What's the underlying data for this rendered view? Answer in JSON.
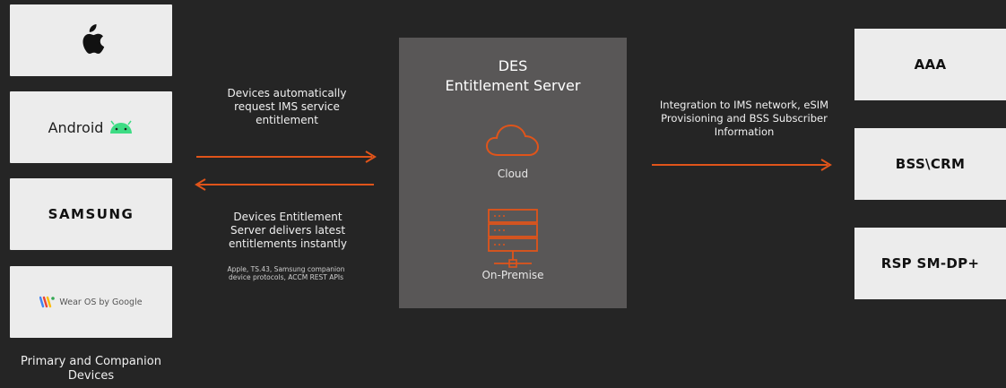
{
  "devices": {
    "android_label": "Android",
    "samsung_label": "SAMSUNG",
    "wearos_label": "Wear OS by Google",
    "caption": "Primary and Companion Devices"
  },
  "flows": {
    "request_text": "Devices automatically request IMS service entitlement",
    "deliver_text": "Devices Entitlement Server delivers latest entitlements instantly",
    "protocols_text": "Apple, TS.43, Samsung companion device protocols, ACCM REST APIs",
    "integration_text": "Integration to IMS network, eSIM Provisioning and BSS Subscriber Information"
  },
  "server": {
    "title_line1": "DES",
    "title_line2": "Entitlement Server",
    "cloud_label": "Cloud",
    "onprem_label": "On-Premise"
  },
  "systems": {
    "aaa": "AAA",
    "bss": "BSS\\CRM",
    "rsp": "RSP SM-DP+"
  },
  "colors": {
    "accent": "#e0541a",
    "background": "#252525",
    "server_box": "#595757",
    "card": "#ececec"
  }
}
